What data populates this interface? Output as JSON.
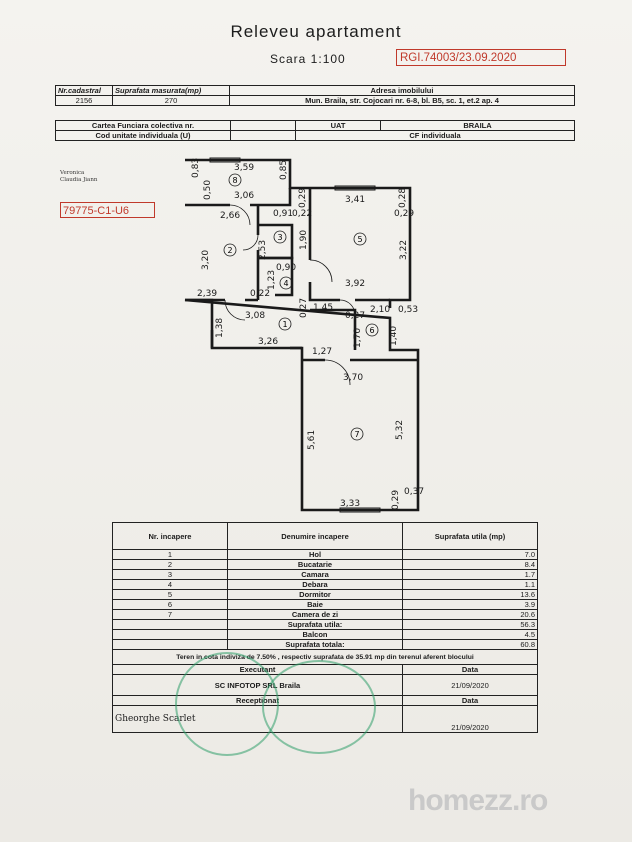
{
  "title": "Releveu apartament",
  "scale": "Scara 1:100",
  "registration": "RGI.74003/23.09.2020",
  "header_table": {
    "col_cadastral": "Nr.cadastral",
    "col_area": "Suprafata masurata(mp)",
    "col_address": "Adresa imobilului",
    "cadastral": "2156",
    "area": "270",
    "address": "Mun. Braila, str. Cojocari nr. 6-8, bl. B5, sc. 1, et.2 ap. 4"
  },
  "cf_table": {
    "row1_label": "Cartea Funciara colectiva nr.",
    "row2_label": "Cod unitate individuala (U)",
    "uat_label": "UAT",
    "uat_value": "BRAILA",
    "cf_label": "CF individuala"
  },
  "signatures_top": [
    "Veronica",
    "Claudia Jiann"
  ],
  "unit_code": "79775-C1-U6",
  "plan_dims": {
    "d1": "3,59",
    "d2": "0,83",
    "d3": "0,50",
    "d4": "0,85",
    "d5": "3,06",
    "d6": "0,29",
    "d7": "3,41",
    "d8": "0,28",
    "d9": "2,66",
    "d10": "0,91",
    "d11": "0,22",
    "d12": "0,29",
    "d13": "1,90",
    "d14": "3,20",
    "d15": "2,53",
    "d16": "3,22",
    "d17": "0,90",
    "d18": "1,23",
    "d19": "3,92",
    "d20": "2,39",
    "d21": "0,22",
    "d22": "0,27",
    "d23": "1,45",
    "d24": "2,10",
    "d25": "0,53",
    "d26": "3,08",
    "d27": "1,38",
    "d28": "0,27",
    "d29": "1,70",
    "d30": "1,40",
    "d31": "3,26",
    "d32": "1,27",
    "d33": "3,70",
    "d34": "5,61",
    "d35": "5,32",
    "d36": "0,37",
    "d37": "0,29",
    "d38": "3,33"
  },
  "room_numbers": [
    "1",
    "2",
    "3",
    "4",
    "5",
    "6",
    "7",
    "8"
  ],
  "rooms_table": {
    "col_nr": "Nr. incapere",
    "col_name": "Denumire incapere",
    "col_area": "Suprafata utila (mp)",
    "rows": [
      {
        "nr": "1",
        "name": "Hol",
        "area": "7.0"
      },
      {
        "nr": "2",
        "name": "Bucatarie",
        "area": "8.4"
      },
      {
        "nr": "3",
        "name": "Camara",
        "area": "1.7"
      },
      {
        "nr": "4",
        "name": "Debara",
        "area": "1.1"
      },
      {
        "nr": "5",
        "name": "Dormitor",
        "area": "13.6"
      },
      {
        "nr": "6",
        "name": "Baie",
        "area": "3.9"
      },
      {
        "nr": "7",
        "name": "Camera de zi",
        "area": "20.6"
      }
    ],
    "util_label": "Suprafata utila:",
    "util_value": "56.3",
    "balcon_label": "Balcon",
    "balcon_value": "4.5",
    "total_label": "Suprafata totala:",
    "total_value": "60.8",
    "note": "Teren in cota indiviza de 7.50% , respectiv suprafata de 35.91 mp din terenul aferent blocului"
  },
  "exec_table": {
    "executant": "Executant",
    "data_label": "Data",
    "company": "SC INFOTOP SRL Braila",
    "date1": "21/09/2020",
    "receptionat": "Receptionat",
    "signer": "Gheorghe Scarlet",
    "date2": "21/09/2020"
  },
  "watermark": "homezz.ro",
  "colors": {
    "stamp_green": "#2f9e6a",
    "red_box": "#c0392b"
  }
}
